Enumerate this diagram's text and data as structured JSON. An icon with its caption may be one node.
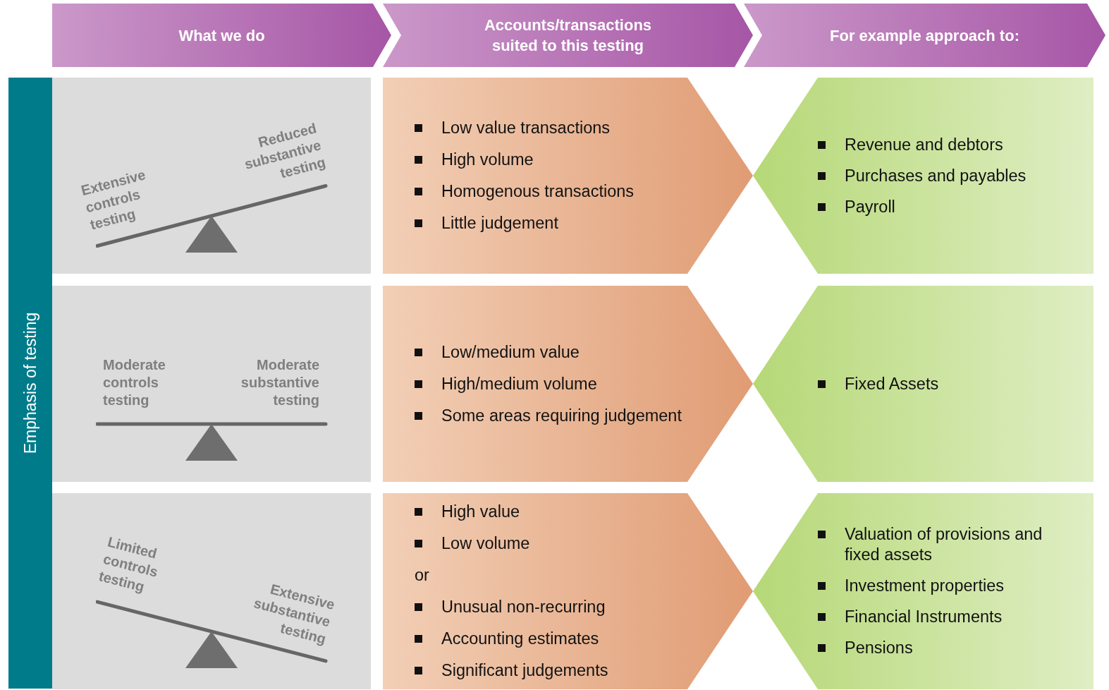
{
  "diagram": {
    "nodes": [
      {
        "text": [
          "What we do"
        ]
      },
      {
        "text": [
          "Accounts/transactions suited to this testing"
        ]
      },
      {
        "text": [
          "For example approach to:"
        ]
      },
      {
        "text": [
          "Emphasis of testing"
        ]
      },
      {
        "text": [
          "Extensive controls testing",
          "Reduced substantive testing"
        ]
      },
      {
        "text": [
          "Low value transactions",
          "High volume",
          "Homogenous transactions",
          "Little judgement"
        ]
      },
      {
        "text": [
          "Revenue and debtors",
          "Purchases and payables",
          "Payroll"
        ]
      },
      {
        "text": [
          "Moderate controls testing",
          "Moderate substantive testing"
        ]
      },
      {
        "text": [
          "Low/medium value",
          "High/medium volume",
          "Some areas requiring judgement"
        ]
      },
      {
        "text": [
          "Fixed Assets"
        ]
      },
      {
        "text": [
          "Limited controls testing",
          "Extensive substantive testing"
        ]
      },
      {
        "text": [
          "High value",
          "Low volume",
          "or",
          "Unusual non-recurring",
          "Accounting estimates",
          "Significant judgements"
        ]
      },
      {
        "text": [
          "Valuation of provisions and fixed assets",
          "Investment properties",
          "Financial Instruments",
          "Pensions"
        ]
      }
    ]
  }
}
